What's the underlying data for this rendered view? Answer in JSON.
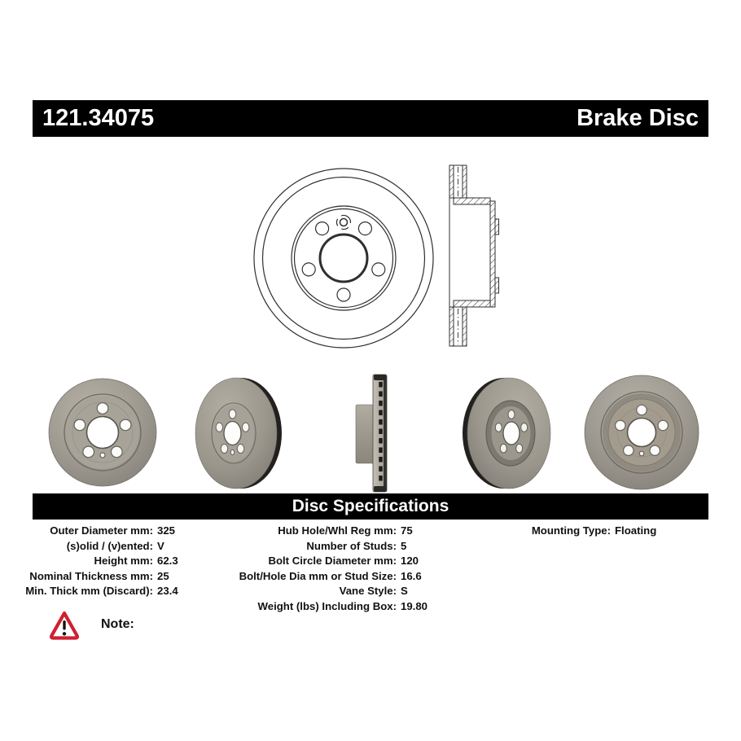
{
  "header": {
    "part_number": "121.34075",
    "product_title": "Brake Disc",
    "bg_color": "#000000",
    "text_color": "#ffffff"
  },
  "spec_section": {
    "title": "Disc Specifications",
    "bg_color": "#000000",
    "text_color": "#ffffff"
  },
  "specs": {
    "left": [
      {
        "label": "Outer Diameter mm:",
        "value": "325"
      },
      {
        "label": "(s)olid / (v)ented:",
        "value": "V"
      },
      {
        "label": "Height mm:",
        "value": "62.3"
      },
      {
        "label": "Nominal Thickness mm:",
        "value": "25"
      },
      {
        "label": "Min. Thick mm (Discard):",
        "value": "23.4"
      }
    ],
    "middle": [
      {
        "label": "Hub Hole/Whl Reg mm:",
        "value": "75"
      },
      {
        "label": "Number of Studs:",
        "value": "5"
      },
      {
        "label": "Bolt Circle Diameter mm:",
        "value": "120"
      },
      {
        "label": "Bolt/Hole Dia mm or Stud Size:",
        "value": "16.6"
      },
      {
        "label": "Vane Style:",
        "value": "S"
      },
      {
        "label": "Weight (lbs) Including Box:",
        "value": "19.80"
      }
    ],
    "right": [
      {
        "label": "Mounting Type:",
        "value": "Floating"
      }
    ]
  },
  "note": {
    "label": "Note:",
    "icon": "warning-triangle-icon",
    "icon_color": "#cf2030"
  },
  "drawing": {
    "front_view": "brake-disc-front-view-line-drawing",
    "cross_section": "brake-disc-hat-cross-section-line-drawing",
    "line_color": "#2f2f2f"
  },
  "photos": {
    "views": [
      "front face",
      "three-quarter left",
      "edge profile",
      "three-quarter right",
      "rear face"
    ],
    "disc_color": "#9b978d"
  }
}
